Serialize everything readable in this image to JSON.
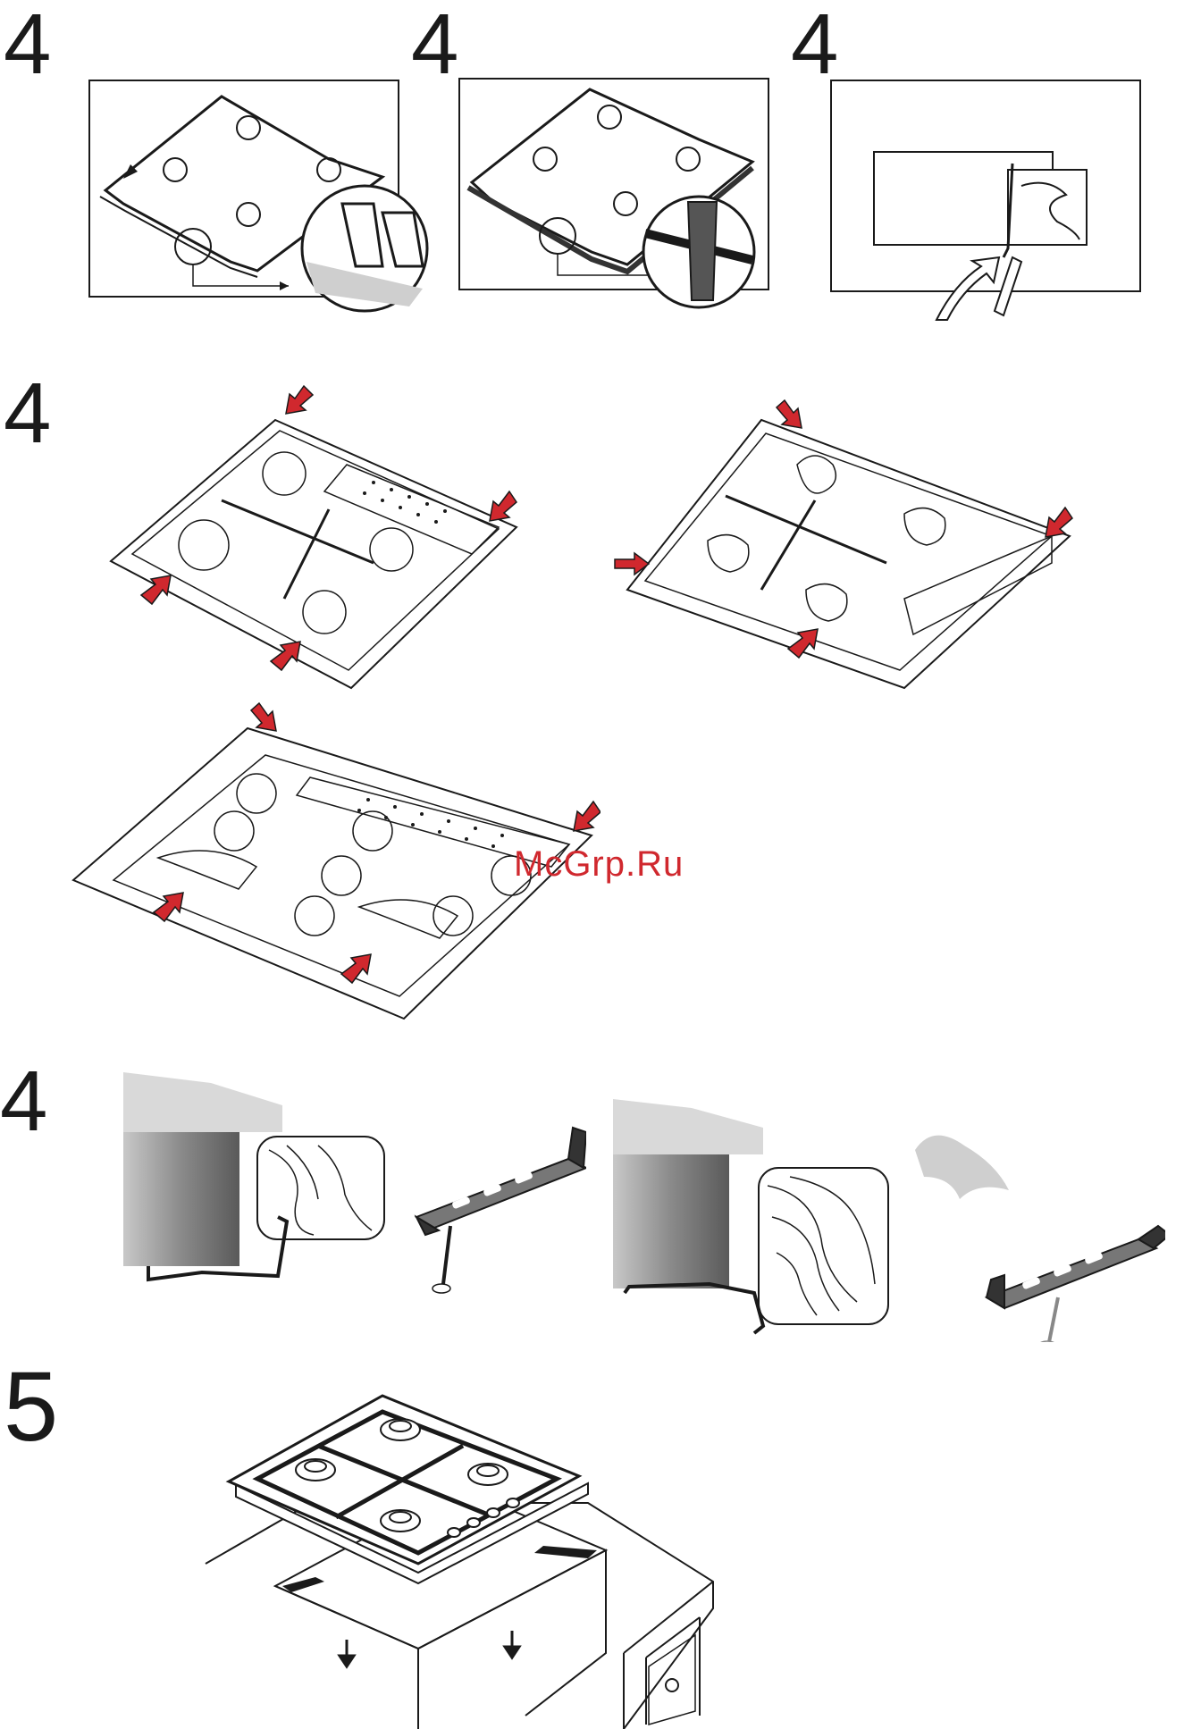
{
  "steps": {
    "row1": [
      "4",
      "4",
      "4"
    ],
    "row2": "4",
    "row3": "4",
    "row4": "5"
  },
  "watermark": "McGrp.Ru",
  "colors": {
    "line": "#1a1a1a",
    "arrow": "#d0282e",
    "wood": "#ffffff",
    "shade": "#9a9a9a"
  }
}
